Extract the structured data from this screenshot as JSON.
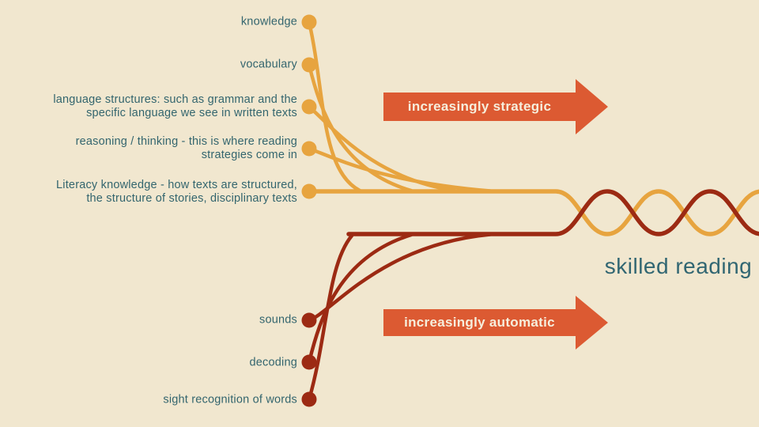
{
  "colors": {
    "background": "#F1E7CF",
    "strand_gold": "#E7A43F",
    "strand_dark_red": "#9C2A13",
    "arrow_orange": "#DC5A32",
    "label_teal": "#33656E",
    "arrow_text": "#F6EEDC"
  },
  "language_comprehension": {
    "arrow_label": "increasingly strategic",
    "strands": [
      {
        "label_lines": [
          "knowledge"
        ]
      },
      {
        "label_lines": [
          "vocabulary"
        ]
      },
      {
        "label_lines": [
          "language structures: such as grammar and the",
          "specific language we see in written texts"
        ]
      },
      {
        "label_lines": [
          "reasoning / thinking - this is where reading",
          "strategies come in"
        ]
      },
      {
        "label_lines": [
          "Literacy knowledge - how texts are structured,",
          "the structure of stories, disciplinary texts"
        ]
      }
    ]
  },
  "word_recognition": {
    "arrow_label": "increasingly automatic",
    "strands": [
      {
        "label_lines": [
          "sounds"
        ]
      },
      {
        "label_lines": [
          "decoding"
        ]
      },
      {
        "label_lines": [
          "sight recognition of words"
        ]
      }
    ]
  },
  "result_label": "skilled reading"
}
